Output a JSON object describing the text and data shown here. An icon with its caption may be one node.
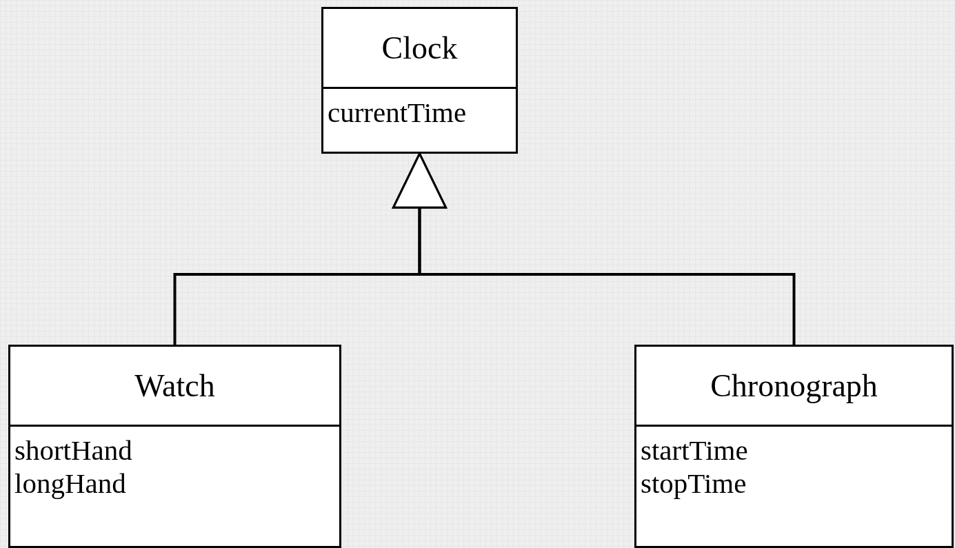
{
  "diagram": {
    "nodes": [
      {
        "text": [
          "Clock",
          "currentTime"
        ]
      },
      {
        "text": [
          "Watch",
          "shortHand",
          "longHand"
        ]
      },
      {
        "text": [
          "Chronograph",
          "startTime",
          "stopTime"
        ]
      }
    ],
    "edges": [
      {
        "from": 1,
        "to": 0,
        "arrow": "to"
      },
      {
        "from": 2,
        "to": 0,
        "arrow": "to"
      }
    ]
  }
}
